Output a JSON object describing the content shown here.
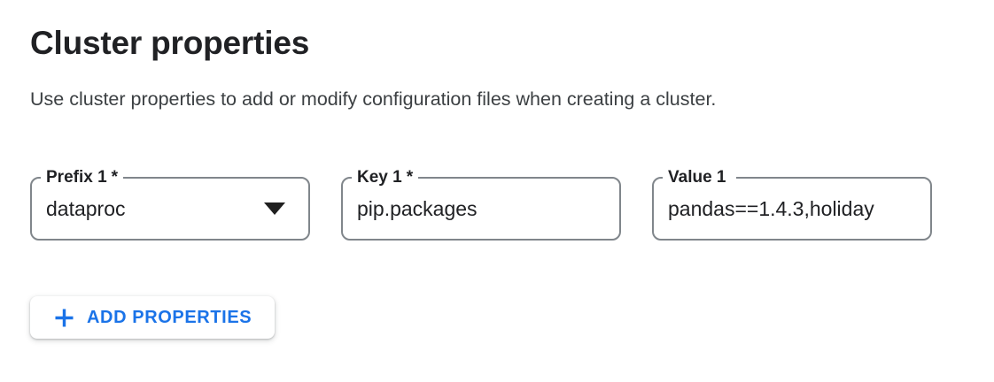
{
  "header": {
    "title": "Cluster properties",
    "description": "Use cluster properties to add or modify configuration files when creating a cluster."
  },
  "fields": [
    {
      "label": "Prefix 1",
      "required_marker": "*",
      "value": "dataproc",
      "control": "dropdown"
    },
    {
      "label": "Key 1",
      "required_marker": "*",
      "value": "pip.packages",
      "control": "text"
    },
    {
      "label": "Value 1",
      "value": "pandas==1.4.3,holiday",
      "control": "text"
    }
  ],
  "actions": {
    "add_properties_label": "ADD PROPERTIES"
  },
  "icons": {
    "plus": "+",
    "dropdown_arrow": "▼"
  },
  "colors": {
    "accent_blue": "#1a73e8",
    "field_border": "#80868b",
    "text_primary": "#202124",
    "text_secondary": "#3c4043",
    "background": "#ffffff"
  }
}
